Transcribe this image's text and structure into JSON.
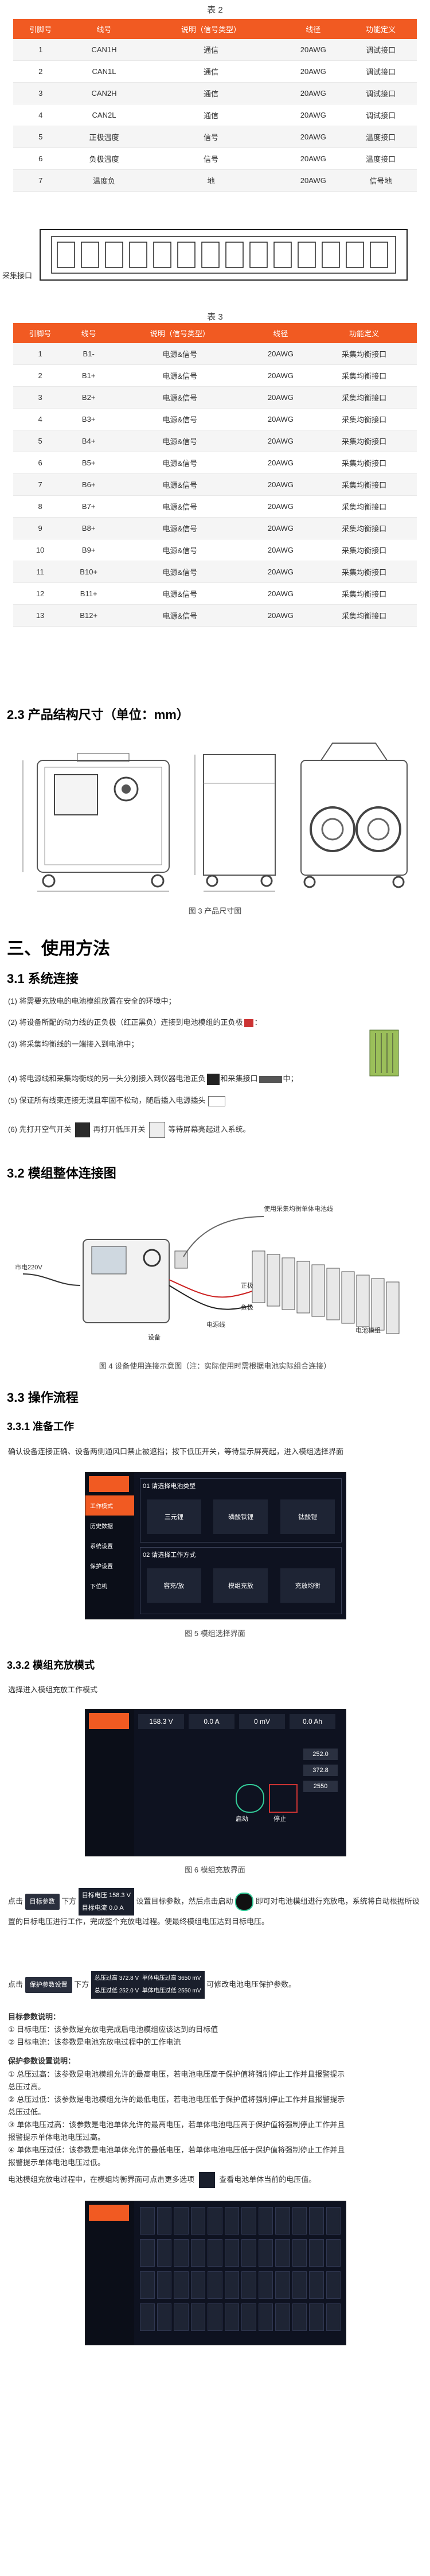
{
  "table2": {
    "caption": "表 2",
    "headers": [
      "引脚号",
      "线号",
      "说明（信号类型）",
      "线径",
      "功能定义"
    ],
    "rows": [
      [
        "1",
        "CAN1H",
        "通信",
        "20AWG",
        "调试接口"
      ],
      [
        "2",
        "CAN1L",
        "通信",
        "20AWG",
        "调试接口"
      ],
      [
        "3",
        "CAN2H",
        "通信",
        "20AWG",
        "调试接口"
      ],
      [
        "4",
        "CAN2L",
        "通信",
        "20AWG",
        "调试接口"
      ],
      [
        "5",
        "正极温度",
        "信号",
        "20AWG",
        "温度接口"
      ],
      [
        "6",
        "负极温度",
        "信号",
        "20AWG",
        "温度接口"
      ],
      [
        "7",
        "温度负",
        "地",
        "20AWG",
        "信号地"
      ]
    ]
  },
  "connector_label": "采集接口",
  "table3": {
    "caption": "表 3",
    "headers": [
      "引脚号",
      "线号",
      "说明（信号类型）",
      "线径",
      "功能定义"
    ],
    "rows": [
      [
        "1",
        "B1-",
        "电源&信号",
        "20AWG",
        "采集均衡接口"
      ],
      [
        "2",
        "B1+",
        "电源&信号",
        "20AWG",
        "采集均衡接口"
      ],
      [
        "3",
        "B2+",
        "电源&信号",
        "20AWG",
        "采集均衡接口"
      ],
      [
        "4",
        "B3+",
        "电源&信号",
        "20AWG",
        "采集均衡接口"
      ],
      [
        "5",
        "B4+",
        "电源&信号",
        "20AWG",
        "采集均衡接口"
      ],
      [
        "6",
        "B5+",
        "电源&信号",
        "20AWG",
        "采集均衡接口"
      ],
      [
        "7",
        "B6+",
        "电源&信号",
        "20AWG",
        "采集均衡接口"
      ],
      [
        "8",
        "B7+",
        "电源&信号",
        "20AWG",
        "采集均衡接口"
      ],
      [
        "9",
        "B8+",
        "电源&信号",
        "20AWG",
        "采集均衡接口"
      ],
      [
        "10",
        "B9+",
        "电源&信号",
        "20AWG",
        "采集均衡接口"
      ],
      [
        "11",
        "B10+",
        "电源&信号",
        "20AWG",
        "采集均衡接口"
      ],
      [
        "12",
        "B11+",
        "电源&信号",
        "20AWG",
        "采集均衡接口"
      ],
      [
        "13",
        "B12+",
        "电源&信号",
        "20AWG",
        "采集均衡接口"
      ]
    ]
  },
  "sec23": "2.3 产品结构尺寸（单位：mm）",
  "fig3": "图 3 产品尺寸图",
  "sec3": "三、使用方法",
  "sec31": "3.1 系统连接",
  "steps31": [
    "(1)  将需要充放电的电池模组放置在安全的环境中；",
    "(2)  将设备所配的动力线的正负极（红正黑负）连接到电池模组的正负极",
    "(3)  将采集均衡线的一端接入到电池中；",
    "(4)  将电源线和采集均衡线的另一头分别接入到仪器电池正负",
    "(5)  保证所有线束连接无误且牢固不松动，随后插入电源插头",
    "(6)  先打开空气开关",
    "再打开低压开关",
    "等待屏幕亮起进入系统。"
  ],
  "step2_tail": "：",
  "step4_mid": "和采集接口",
  "step4_tail": "中；",
  "sec32": "3.2 模组整体连接图",
  "fig4": {
    "power_label": "市电220V",
    "device_label": "设备",
    "pos_label": "正极",
    "neg_label": "负极",
    "cable_label": "电源线",
    "balance_label": "使用采集均衡单体电池线",
    "battery_label": "电池模组",
    "caption": "图 4 设备使用连接示意图（注：实际使用时需根据电池实际组合连接）"
  },
  "sec33": "3.3 操作流程",
  "sec331": "3.3.1 准备工作",
  "prep_text": "确认设备连接正确、设备两侧通风口禁止被遮挡；按下低压开关，等待显示屏亮起，进入模组选择界面",
  "screen5": {
    "menu": [
      "工作模式",
      "历史数据",
      "系统设置",
      "保护设置",
      "下位机"
    ],
    "box1_title": "01 请选择电池类型",
    "box1_items": [
      "三元锂",
      "磷酸铁锂",
      "钛酸锂"
    ],
    "box2_title": "02 请选择工作方式",
    "box2_items": [
      "容充/放",
      "模组充放",
      "充放均衡"
    ]
  },
  "fig5": "图 5 模组选择界面",
  "sec332": "3.3.2 模组充放模式",
  "mode_text": "选择进入模组充放工作模式",
  "screen6": {
    "top_values": [
      "158.3 V",
      "0.0 A",
      "0 mV",
      "0.0 Ah"
    ],
    "start": "启动",
    "stop": "停止",
    "settings": [
      "252.0",
      "372.8",
      "2550"
    ]
  },
  "fig6": "图 6  模组充放界面",
  "para_target": {
    "pre": "点击",
    "btn": "目标参数",
    "mid": "下方",
    "label1": "目标电压",
    "val1": "158.3",
    "unit1": "V",
    "label2": "目标电流",
    "val2": "0.0",
    "unit2": "A",
    "after": "设置目标参数，然后点击启动",
    "tail": "即可对电池模组进行充放电，系统将自动根据所设置的目标电压进行工作，完成整个充放电过程。使最终模组电压达到目标电压。"
  },
  "para_protect": {
    "pre": "点击",
    "btn": "保护参数设置",
    "mid": "下方",
    "l1": "总压过高",
    "v1": "372.8",
    "l2": "总压过低",
    "v2": "252.0",
    "l3": "单体电压过高",
    "v3": "3650",
    "l4": "单体电压过低",
    "v4": "2550",
    "tail": "可修改电池电压保护参数。",
    "unit_v": "V",
    "unit_mv": "mV"
  },
  "target_title": "目标参数说明：",
  "target_items": [
    "①  目标电压：该参数是充放电完成后电池模组应该达到的目标值",
    "②  目标电流：该参数是电池充放电过程中的工作电流"
  ],
  "protect_title": "保护参数设置说明：",
  "protect_items": [
    "①  总压过高：该参数是电池模组允许的最高电压，若电池电压高于保护值将强制停止工作并且报警提示",
    "总压过高。",
    "②  总压过低：该参数是电池模组允许的最低电压，若电池电压低于保护值将强制停止工作并且报警提示",
    "总压过低。",
    "③  单体电压过高：该参数是电池单体允许的最高电压，若单体电池电压高于保护值将强制停止工作并且",
    "报警提示单体电池电压过高。",
    "④  单体电压过低：该参数是电池单体允许的最低电压，若单体电池电压低于保护值将强制停止工作并且",
    "报警提示单体电池电压过低。"
  ],
  "cell_view": {
    "pre": "电池模组充放电过程中，在模组均衡界面可点击更多选项",
    "tail": "查看电池单体当前的电压值。"
  },
  "colors": {
    "accent": "#f15a22",
    "screen_bg": "#0e1220"
  }
}
